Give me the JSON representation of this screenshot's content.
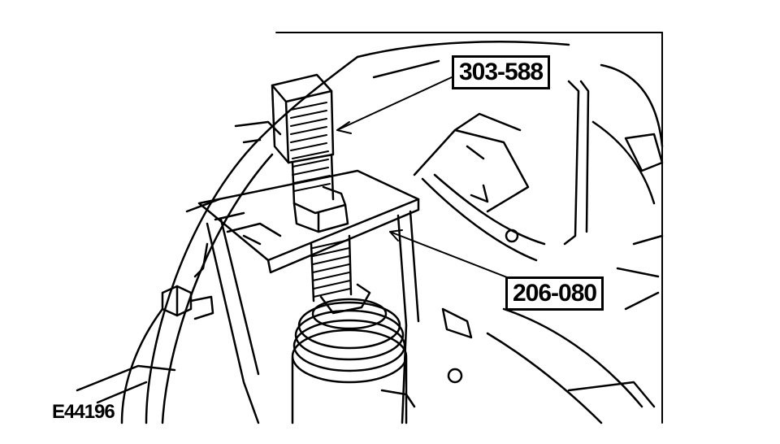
{
  "figure": {
    "id": "E44196",
    "callouts": [
      {
        "label": "303-588"
      },
      {
        "label": "206-080"
      }
    ]
  },
  "colors": {
    "ink": "#000000",
    "paper": "#ffffff"
  }
}
